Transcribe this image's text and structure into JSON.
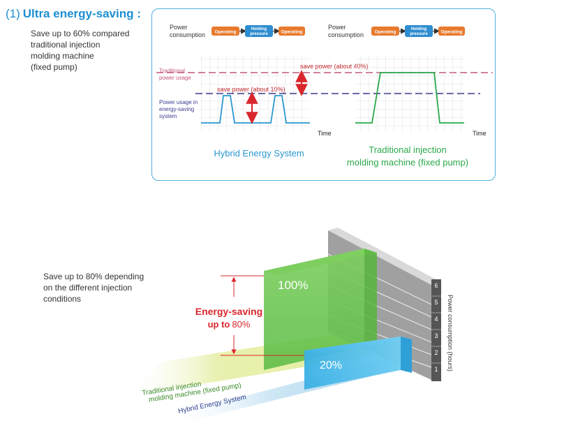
{
  "section": {
    "number": "(1)",
    "title": "Ultra energy-saving :",
    "description": "Save up to 60% compared\ntraditional injection\nmolding machine\n(fixed pump)"
  },
  "comparison_panel": {
    "left": {
      "header_label": "Power\nconsumption",
      "stages": [
        "Operating",
        "Holding\npressure",
        "Operating"
      ],
      "traditional_label": "Traditional\npower usage",
      "saving_label": "Power usage in\nenergy-saving\nsystem",
      "save_40": "save power (about 40%)",
      "save_10": "save power (about 10%)",
      "axis_label": "Time",
      "caption": "Hybrid Energy System"
    },
    "right": {
      "header_label": "Power\nconsumption",
      "stages": [
        "Operating",
        "Holding\npressure",
        "Operating"
      ],
      "axis_label": "Time",
      "caption": "Traditional injection\nmolding machine (fixed pump)"
    },
    "colors": {
      "hybrid": "#2a96d0",
      "traditional": "#2aa84a",
      "traditional_line": "#c2557e",
      "saving_line": "#3a3a8e",
      "arrow": "#d9262c",
      "operating_box": "#e87a2e",
      "holding_box": "#2e8dd0"
    }
  },
  "energy_3d": {
    "description": "Save up to 80% depending\non the different injection\nconditions",
    "green_value": "100%",
    "blue_value": "20%",
    "saving_text_1": "Energy-saving",
    "saving_text_2": "up to",
    "saving_value": "80%",
    "wall_axis_label": "Power consumption (hours)",
    "wall_ticks": [
      "1",
      "2",
      "3",
      "4",
      "5",
      "6"
    ],
    "traditional_band_label": "Traditional injection\nmolding machine (fixed pump)",
    "hybrid_band_label": "Hybrid Energy System"
  }
}
